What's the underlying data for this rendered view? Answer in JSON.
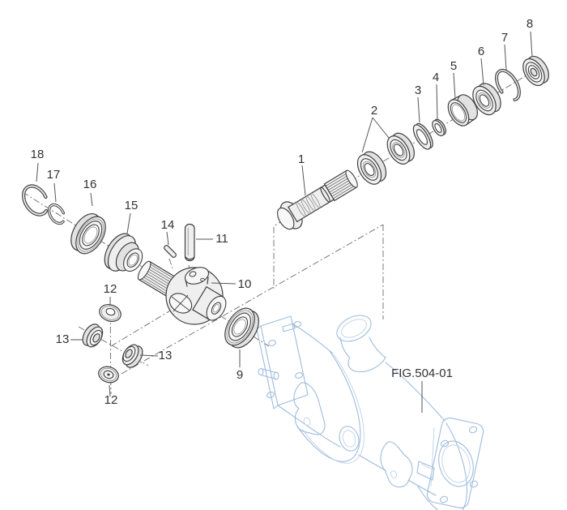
{
  "figure": {
    "reference_label": "FIG.504-01",
    "description_visible_text_only": true
  },
  "labels": {
    "n1": "1",
    "n2": "2",
    "n3": "3",
    "n4": "4",
    "n5": "5",
    "n6": "6",
    "n7": "7",
    "n8": "8",
    "n9": "9",
    "n10": "10",
    "n11": "11",
    "n12": "12",
    "n13": "13",
    "n14": "14",
    "n15": "15",
    "n16": "16",
    "n17": "17",
    "n18": "18",
    "figure_ref": "FIG.504-01"
  },
  "colors": {
    "background": "#ffffff",
    "part_line": "#3f3f3f",
    "housing_line": "#9fbcdc",
    "centerline": "#6a6a6a",
    "leader_line": "#555555",
    "label_text": "#333333"
  }
}
